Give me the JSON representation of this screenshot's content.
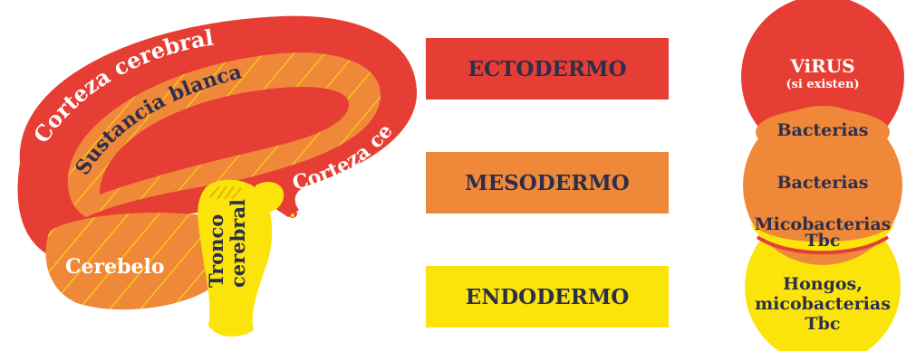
{
  "colors": {
    "red": "#e63d34",
    "orange": "#f0883a",
    "yellow": "#fbe40a",
    "dark_text": "#2d2f4a",
    "white_text": "#ffffff"
  },
  "brain": {
    "corteza_top": "Corteza cerebral",
    "corteza_right": "Corteza cerebral",
    "sustancia_blanca": "Sustancia blanca",
    "cerebelo": "Cerebelo",
    "tronco_line1": "Tronco",
    "tronco_line2": "cerebral"
  },
  "layers": {
    "ectodermo": "ECTODERMO",
    "mesodermo": "MESODERMO",
    "endodermo": "ENDODERMO"
  },
  "pathogens": {
    "virus": "ViRUS",
    "virus_note": "(si existen)",
    "bacterias_overlap": "Bacterias",
    "bacterias": "Bacterias",
    "micobacterias_line1": "Micobacterias",
    "micobacterias_line2": "Tbc",
    "hongos_line1": "Hongos,",
    "hongos_line2": "micobacterias",
    "hongos_line3": "Tbc"
  }
}
